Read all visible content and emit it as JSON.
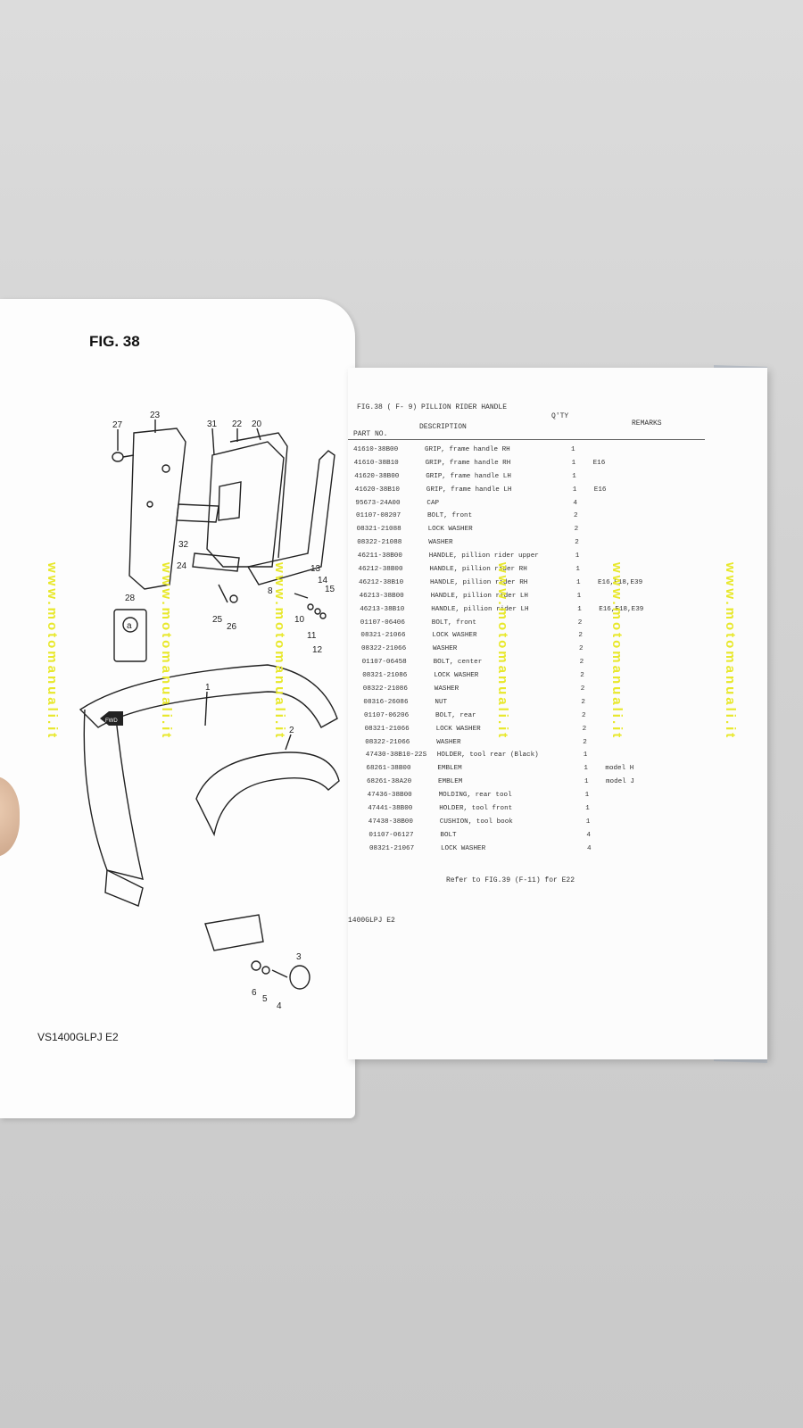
{
  "left_page": {
    "fig_title": "FIG. 38",
    "model": "VS1400GLPJ E2",
    "callouts": [
      "27",
      "23",
      "31",
      "22",
      "20",
      "32",
      "24",
      "25",
      "26",
      "28",
      "1",
      "2",
      "3",
      "4",
      "5",
      "6",
      "8",
      "10",
      "11",
      "12",
      "13",
      "14",
      "15"
    ],
    "fwd_label": "FWD",
    "label_letter": "a"
  },
  "right_page": {
    "header_title": "FIG.38 (  F- 9) PILLION RIDER HANDLE",
    "col_qty": "Q'TY",
    "col_part": "PART NO.",
    "col_desc": "DESCRIPTION",
    "col_remarks": "REMARKS",
    "rows": [
      {
        "part": "41610-38B00",
        "desc": "GRIP, frame handle RH",
        "qty": "1",
        "rem": ""
      },
      {
        "part": "41610-38B10",
        "desc": "GRIP, frame handle RH",
        "qty": "1",
        "rem": "E16"
      },
      {
        "part": "41620-38B00",
        "desc": "GRIP, frame handle LH",
        "qty": "1",
        "rem": ""
      },
      {
        "part": "41620-38B10",
        "desc": "GRIP, frame handle LH",
        "qty": "1",
        "rem": "E16"
      },
      {
        "part": "95673-24A00",
        "desc": "CAP",
        "qty": "4",
        "rem": ""
      },
      {
        "part": "01107-08207",
        "desc": "BOLT, front",
        "qty": "2",
        "rem": ""
      },
      {
        "part": "08321-21088",
        "desc": "LOCK WASHER",
        "qty": "2",
        "rem": ""
      },
      {
        "part": "08322-21088",
        "desc": "WASHER",
        "qty": "2",
        "rem": ""
      },
      {
        "part": "46211-38B00",
        "desc": "HANDLE, pillion rider upper",
        "qty": "1",
        "rem": ""
      },
      {
        "part": "46212-38B00",
        "desc": "HANDLE, pillion rider RH",
        "qty": "1",
        "rem": ""
      },
      {
        "part": "46212-38B10",
        "desc": "HANDLE, pillion rider RH",
        "qty": "1",
        "rem": "E16,E18,E39"
      },
      {
        "part": "46213-38B00",
        "desc": "HANDLE, pillion rider LH",
        "qty": "1",
        "rem": ""
      },
      {
        "part": "46213-38B10",
        "desc": "HANDLE, pillion rider LH",
        "qty": "1",
        "rem": "E16,E18,E39"
      },
      {
        "part": "01107-06406",
        "desc": "BOLT, front",
        "qty": "2",
        "rem": ""
      },
      {
        "part": "08321-21066",
        "desc": "LOCK WASHER",
        "qty": "2",
        "rem": ""
      },
      {
        "part": "08322-21066",
        "desc": "WASHER",
        "qty": "2",
        "rem": ""
      },
      {
        "part": "01107-06458",
        "desc": "BOLT, center",
        "qty": "2",
        "rem": ""
      },
      {
        "part": "08321-21086",
        "desc": "LOCK WASHER",
        "qty": "2",
        "rem": ""
      },
      {
        "part": "08322-21086",
        "desc": "WASHER",
        "qty": "2",
        "rem": ""
      },
      {
        "part": "08316-26086",
        "desc": "NUT",
        "qty": "2",
        "rem": ""
      },
      {
        "part": "01107-06206",
        "desc": "BOLT, rear",
        "qty": "2",
        "rem": ""
      },
      {
        "part": "08321-21066",
        "desc": "LOCK WASHER",
        "qty": "2",
        "rem": ""
      },
      {
        "part": "08322-21066",
        "desc": "WASHER",
        "qty": "2",
        "rem": ""
      },
      {
        "part": "47430-38B10-22S",
        "desc": "HOLDER, tool rear (Black)",
        "qty": "1",
        "rem": ""
      },
      {
        "part": "68261-38B00",
        "desc": "EMBLEM",
        "qty": "1",
        "rem": "model H"
      },
      {
        "part": "68261-38A20",
        "desc": "EMBLEM",
        "qty": "1",
        "rem": "model J"
      },
      {
        "part": "47436-38B00",
        "desc": "MOLDING, rear tool",
        "qty": "1",
        "rem": ""
      },
      {
        "part": "47441-38B00",
        "desc": "HOLDER, tool front",
        "qty": "1",
        "rem": ""
      },
      {
        "part": "47438-38B00",
        "desc": "CUSHION, tool book",
        "qty": "1",
        "rem": ""
      },
      {
        "part": "01107-06127",
        "desc": "BOLT",
        "qty": "4",
        "rem": ""
      },
      {
        "part": "08321-21067",
        "desc": "LOCK WASHER",
        "qty": "4",
        "rem": ""
      }
    ],
    "refer_note": "Refer to FIG.39 (F-11) for E22",
    "model": "1400GLPJ E2"
  },
  "watermark": "www.motomanuali.it"
}
